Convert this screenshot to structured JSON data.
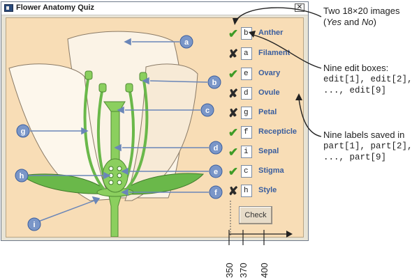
{
  "window": {
    "title": "Flower Anatomy Quiz",
    "close_glyph": "✕"
  },
  "diagram_labels": [
    "a",
    "b",
    "c",
    "d",
    "e",
    "f",
    "g",
    "h",
    "i"
  ],
  "quiz_rows": [
    {
      "mark": "yes",
      "answer": "b",
      "part": "Anther"
    },
    {
      "mark": "no",
      "answer": "a",
      "part": "Filament"
    },
    {
      "mark": "yes",
      "answer": "e",
      "part": "Ovary"
    },
    {
      "mark": "no",
      "answer": "d",
      "part": "Ovule"
    },
    {
      "mark": "no",
      "answer": "g",
      "part": "Petal"
    },
    {
      "mark": "yes",
      "answer": "f",
      "part": "Recepticle"
    },
    {
      "mark": "yes",
      "answer": "i",
      "part": "Sepal"
    },
    {
      "mark": "yes",
      "answer": "c",
      "part": "Stigma"
    },
    {
      "mark": "no",
      "answer": "h",
      "part": "Style"
    }
  ],
  "check_button": "Check",
  "mark_glyphs": {
    "yes": "✔",
    "no": "✘"
  },
  "colors": {
    "yes": "#3e9b26",
    "no": "#2a2a2a",
    "label": "#3a5e9e",
    "callout": "#6a86b8",
    "plant_green": "#6ab84a",
    "panel": "#f8ddb6"
  },
  "annotations": {
    "images_l1": "Two 18×20 images",
    "images_l2_open": "(",
    "images_l2_yes": "Yes",
    "images_l2_and": " and ",
    "images_l2_no": "No",
    "images_l2_close": ")",
    "edits_l1": "Nine edit boxes:",
    "edits_l2": "edit[1], edit[2],",
    "edits_l3": "..., edit[9]",
    "parts_l1": "Nine labels saved in",
    "parts_l2": "part[1], part[2],",
    "parts_l3": "..., part[9]"
  },
  "axis_ticks": [
    "350",
    "370",
    "400"
  ]
}
